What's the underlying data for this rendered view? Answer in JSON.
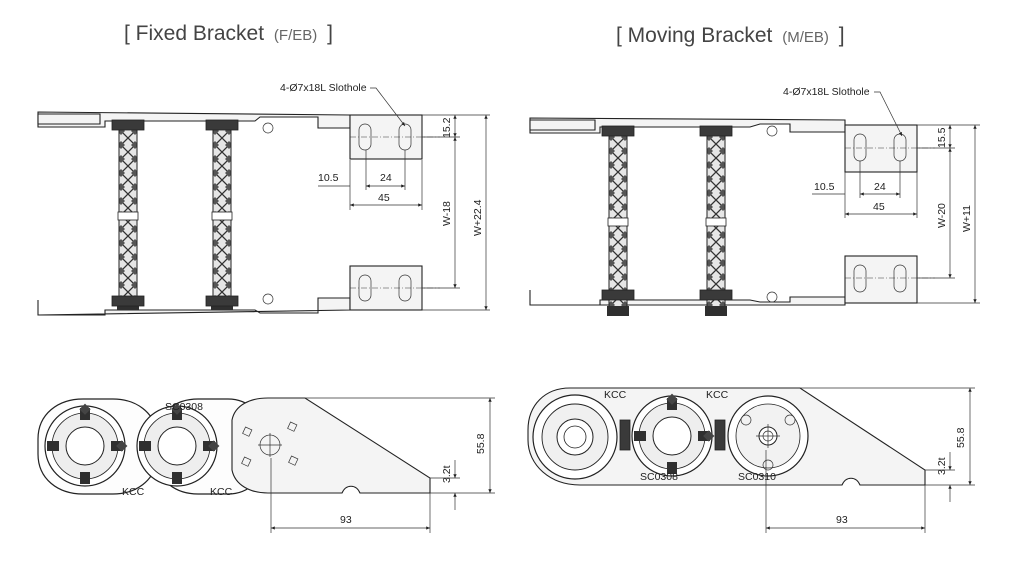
{
  "fixed": {
    "title": "[ Fixed Bracket",
    "code": "(F/EB)",
    "close": "]",
    "slothole": "4-Ø7x18L Slothole",
    "d_10_5": "10.5",
    "d_24": "24",
    "d_45": "45",
    "d_15_2": "15.2",
    "d_w18": "W-18",
    "d_w22": "W+22.4",
    "d_55_8": "55.8",
    "d_3_2": "3.2t",
    "d_93": "93"
  },
  "moving": {
    "title": "[ Moving Bracket",
    "code": "(M/EB)",
    "close": "]",
    "slothole": "4-Ø7x18L Slothole",
    "d_10_5": "10.5",
    "d_24": "24",
    "d_45": "45",
    "d_15_5": "15.5",
    "d_w20": "W-20",
    "d_w11": "W+11",
    "d_55_8": "55.8",
    "d_3_2": "3.2t",
    "d_93": "93"
  },
  "markings": {
    "brand": "KCC",
    "series": "SC0308",
    "plate": "SC0310"
  }
}
